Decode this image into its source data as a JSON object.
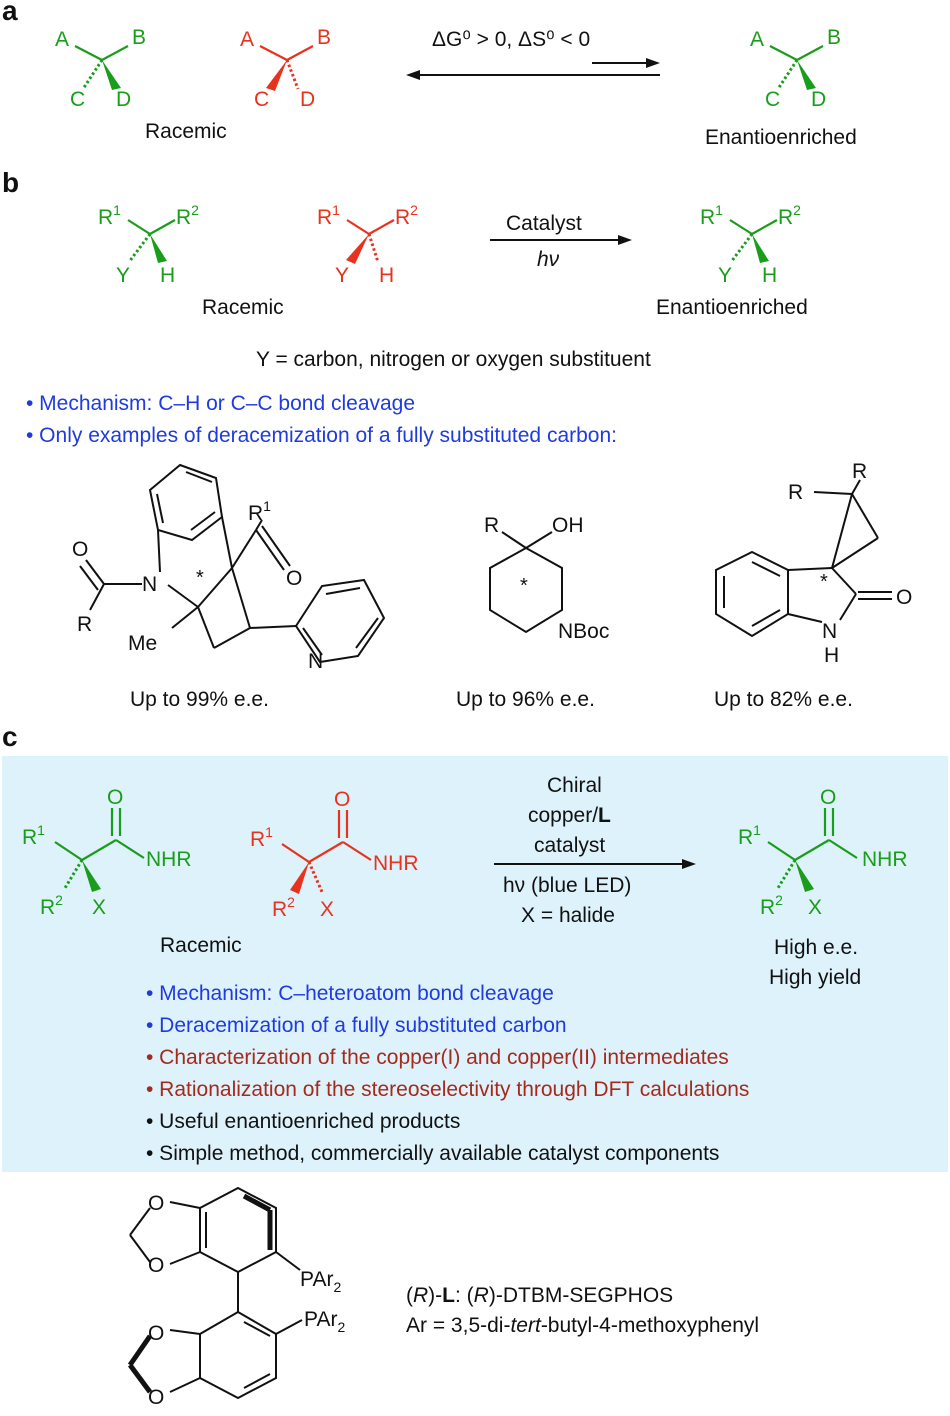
{
  "colors": {
    "green": "#1a9d1a",
    "red": "#e8321e",
    "blue": "#1f3be0",
    "dark_red": "#a52a1c",
    "panel_bg": "#def2fb"
  },
  "panel_a": {
    "panel_label": "a",
    "racemic_label": "Racemic",
    "enriched_label": "Enantioenriched",
    "condition_text": "ΔG⁰ > 0, ΔS⁰ < 0",
    "substituents": {
      "A": "A",
      "B": "B",
      "C": "C",
      "D": "D"
    }
  },
  "panel_b": {
    "panel_label": "b",
    "racemic_label": "Racemic",
    "enriched_label": "Enantioenriched",
    "arrow_top": "Catalyst",
    "arrow_bottom": "hν",
    "substituents": {
      "R1": "R",
      "sup1": "1",
      "R2": "R",
      "sup2": "2",
      "Y": "Y",
      "H": "H"
    },
    "definition": "Y = carbon, nitrogen or oxygen substituent",
    "bullets": [
      "• Mechanism: C–H or C–C bond cleavage",
      "• Only examples of deracemization of a fully substituted carbon:"
    ],
    "examples": [
      {
        "ee": "Up to 99% e.e."
      },
      {
        "ee": "Up to 96% e.e."
      },
      {
        "ee": "Up to 82% e.e."
      }
    ],
    "atoms": {
      "O": "O",
      "N": "N",
      "R": "R",
      "R1": "R",
      "sup1": "1",
      "Me": "Me",
      "star": "*",
      "OH": "OH",
      "NBoc": "NBoc",
      "NH_N": "N",
      "NH_H": "H"
    }
  },
  "panel_c": {
    "panel_label": "c",
    "racemic_label": "Racemic",
    "arrow_top": [
      "Chiral",
      "copper/",
      "L",
      "catalyst"
    ],
    "arrow_bottom": [
      "hν (blue LED)",
      "X = halide"
    ],
    "product_labels": [
      "High e.e.",
      "High yield"
    ],
    "atoms": {
      "O": "O",
      "NHR": "NHR",
      "R": "R",
      "sup1": "1",
      "sup2": "2",
      "X": "X"
    },
    "bullets": [
      {
        "text": "• Mechanism: C–heteroatom bond cleavage",
        "color": "blue"
      },
      {
        "text": "• Deracemization of a fully substituted carbon",
        "color": "blue"
      },
      {
        "text": "• Characterization of the copper(I) and copper(II) intermediates",
        "color": "dark_red"
      },
      {
        "text": "• Rationalization of the stereoselectivity through DFT calculations",
        "color": "dark_red"
      },
      {
        "text": "• Useful enantioenriched products",
        "color": "black"
      },
      {
        "text": "• Simple method, commercially available catalyst components",
        "color": "black"
      }
    ]
  },
  "ligand": {
    "atoms": {
      "O": "O",
      "PAr": "PAr",
      "sub2": "2"
    },
    "line1": {
      "p1": "(",
      "R": "R",
      "p2": ")-",
      "L": "L",
      "rest1": ": (",
      "R2": "R",
      "rest2": ")-DTBM-SEGPHOS"
    },
    "line2": {
      "start": "Ar = 3,5-di-",
      "tert": "tert",
      "end": "-butyl-4-methoxyphenyl"
    }
  }
}
